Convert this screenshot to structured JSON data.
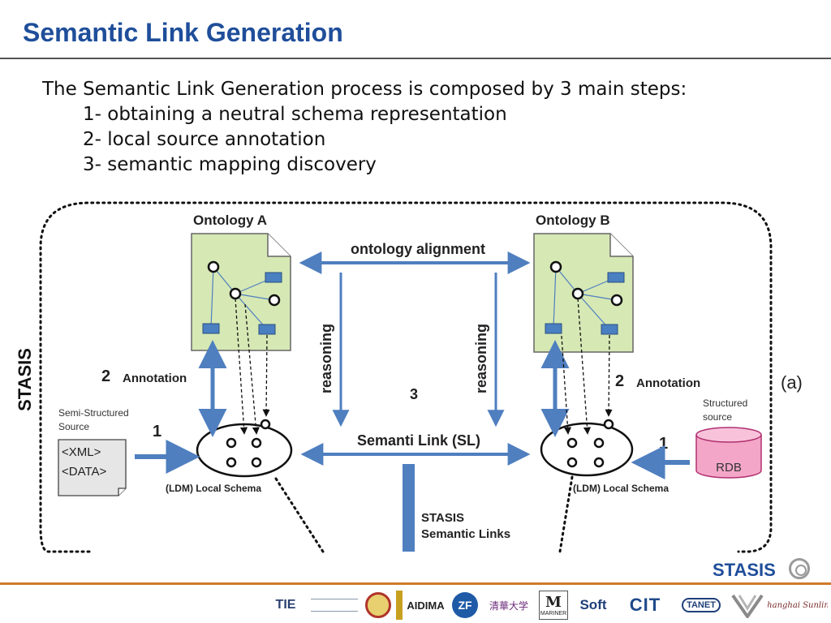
{
  "slide": {
    "title": "Semantic Link Generation",
    "intro": "The Semantic Link Generation process is composed by 3 main steps:",
    "steps": [
      "1- obtaining a neutral schema representation",
      "2- local source annotation",
      "3- semantic mapping discovery"
    ]
  },
  "diagram": {
    "ontology_a": "Ontology A",
    "ontology_b": "Ontology B",
    "alignment_label": "ontology alignment",
    "reasoning_left": "reasoning",
    "reasoning_right": "reasoning",
    "step3": "3",
    "semantic_link": "Semanti  Link (SL)",
    "stasis_side": "STASIS",
    "annotation_left": "Annotation",
    "annotation_left_num": "2",
    "annotation_right": "Annotation",
    "annotation_right_num": "2",
    "semi_structured_line1": "Semi-Structured",
    "semi_structured_line2": "Source",
    "xml_line1": "<XML>",
    "xml_line2": "<DATA>",
    "input_left_num": "1",
    "input_right_num": "1",
    "structured_line1": "Structured",
    "structured_line2": "source",
    "rdb": "RDB",
    "ldm_left": "(LDM) Local Schema",
    "ldm_right": "(LDM) Local Schema",
    "stasis_links_line1": "STASIS",
    "stasis_links_line2": "Semantic Links",
    "figure_label": "(a)"
  },
  "colors": {
    "title": "#1f4e9a",
    "doc_fill": "#d6e8b4",
    "arrow_blue": "#4f7fbf",
    "node_blue": "#4a7fc1",
    "rdb_fill": "#f4a6c8",
    "footer_bar": "#d07a2a"
  },
  "footer": {
    "brand": "STASIS",
    "logos": [
      "TIE",
      "AIDIMA",
      "ZF",
      "清華大学",
      "MARINER",
      "Soft",
      "CIT",
      "TANET",
      "Shanghai Sunline"
    ]
  }
}
